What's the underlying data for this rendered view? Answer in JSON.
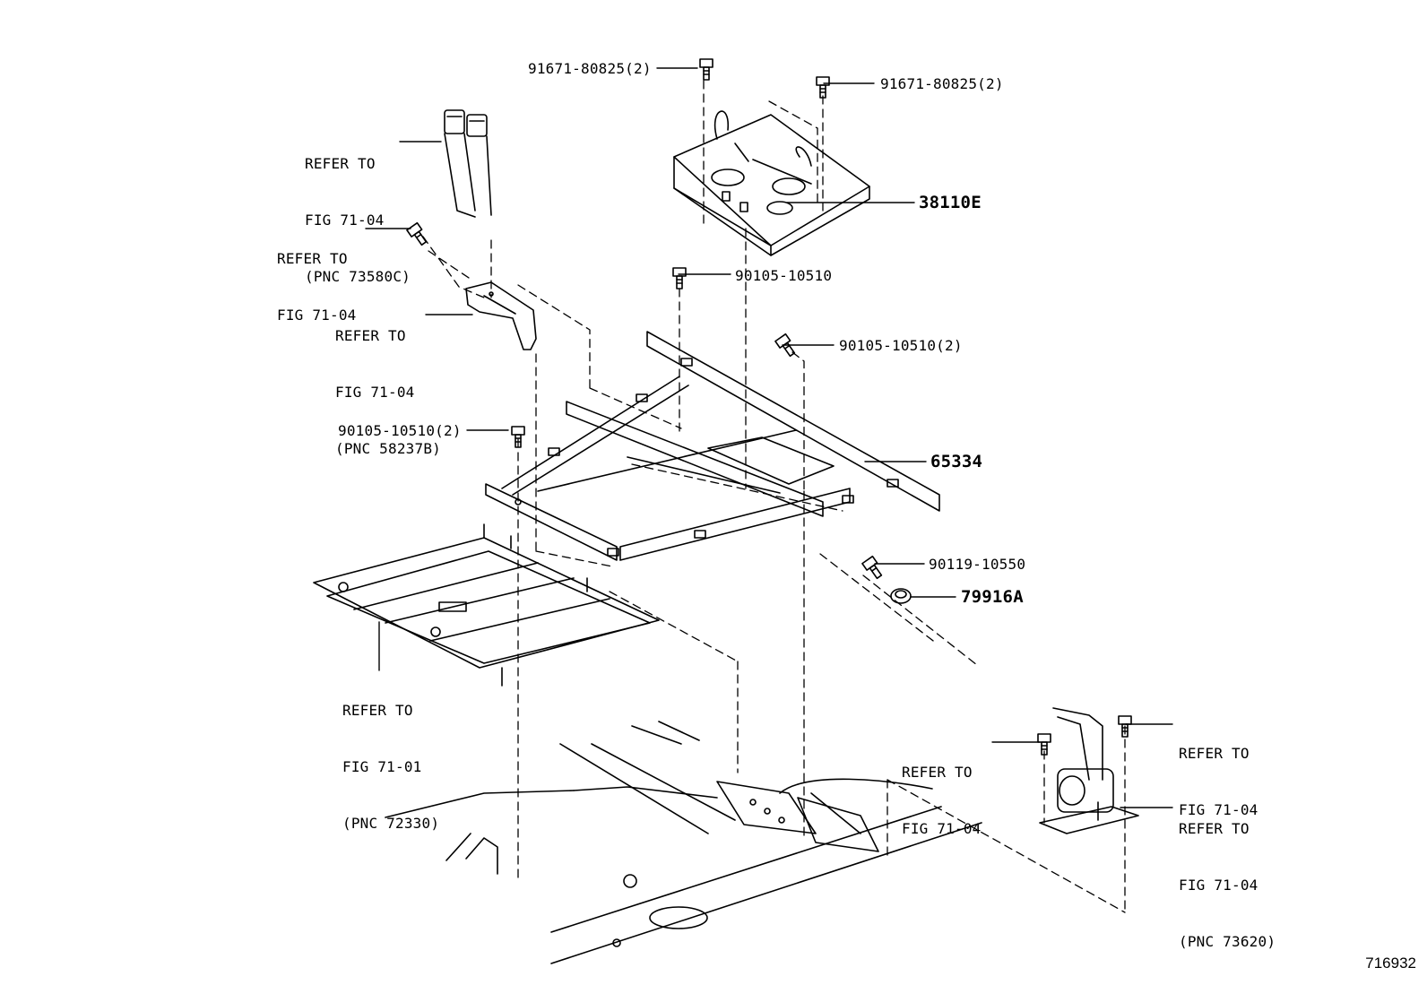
{
  "labels": {
    "bolt_top_left": "91671-80825(2)",
    "bolt_top_right": "91671-80825(2)",
    "part_38110e": "38110E",
    "bolt_90105_single": "90105-10510",
    "bolt_90105_right": "90105-10510(2)",
    "bolt_90105_left": "90105-10510(2)",
    "part_65334": "65334",
    "bolt_90119": "90119-10550",
    "part_79916a": "79916A",
    "refer_belt": [
      "REFER TO",
      "FIG 71-04",
      "(PNC 73580C)"
    ],
    "refer_bolt": [
      "REFER TO",
      "FIG 71-04"
    ],
    "refer_bracket": [
      "REFER TO",
      "FIG 71-04",
      "(PNC 58237B)"
    ],
    "refer_frame": [
      "REFER TO",
      "FIG 71-01",
      "(PNC 72330)"
    ],
    "refer_retractor_bolt_left": [
      "REFER TO",
      "FIG 71-04"
    ],
    "refer_retractor_bolt_right": [
      "REFER TO",
      "FIG 71-04"
    ],
    "refer_retractor": [
      "REFER TO",
      "FIG 71-04",
      "(PNC 73620)"
    ]
  },
  "image_id": "716932",
  "colors": {
    "ink": "#000000",
    "paper": "#ffffff"
  }
}
